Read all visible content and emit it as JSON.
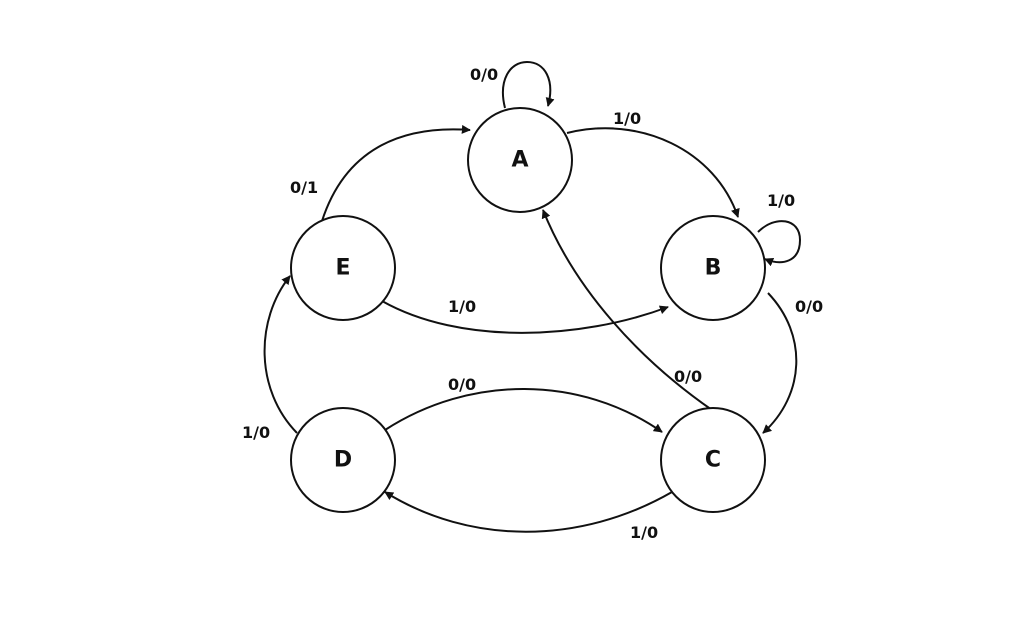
{
  "diagram": {
    "states": [
      {
        "id": "A",
        "label": "A"
      },
      {
        "id": "B",
        "label": "B"
      },
      {
        "id": "C",
        "label": "C"
      },
      {
        "id": "D",
        "label": "D"
      },
      {
        "id": "E",
        "label": "E"
      }
    ],
    "transitions": [
      {
        "id": "a-a",
        "from": "A",
        "to": "A",
        "label": "0/0"
      },
      {
        "id": "a-b",
        "from": "A",
        "to": "B",
        "label": "1/0"
      },
      {
        "id": "b-b",
        "from": "B",
        "to": "B",
        "label": "1/0"
      },
      {
        "id": "b-c",
        "from": "B",
        "to": "C",
        "label": "0/0"
      },
      {
        "id": "c-a",
        "from": "C",
        "to": "A",
        "label": "0/0"
      },
      {
        "id": "c-d",
        "from": "C",
        "to": "D",
        "label": "1/0"
      },
      {
        "id": "d-c",
        "from": "D",
        "to": "C",
        "label": "0/0"
      },
      {
        "id": "d-e",
        "from": "D",
        "to": "E",
        "label": "1/0"
      },
      {
        "id": "e-a",
        "from": "E",
        "to": "A",
        "label": "0/1"
      },
      {
        "id": "e-b",
        "from": "E",
        "to": "B",
        "label": "1/0"
      }
    ]
  }
}
